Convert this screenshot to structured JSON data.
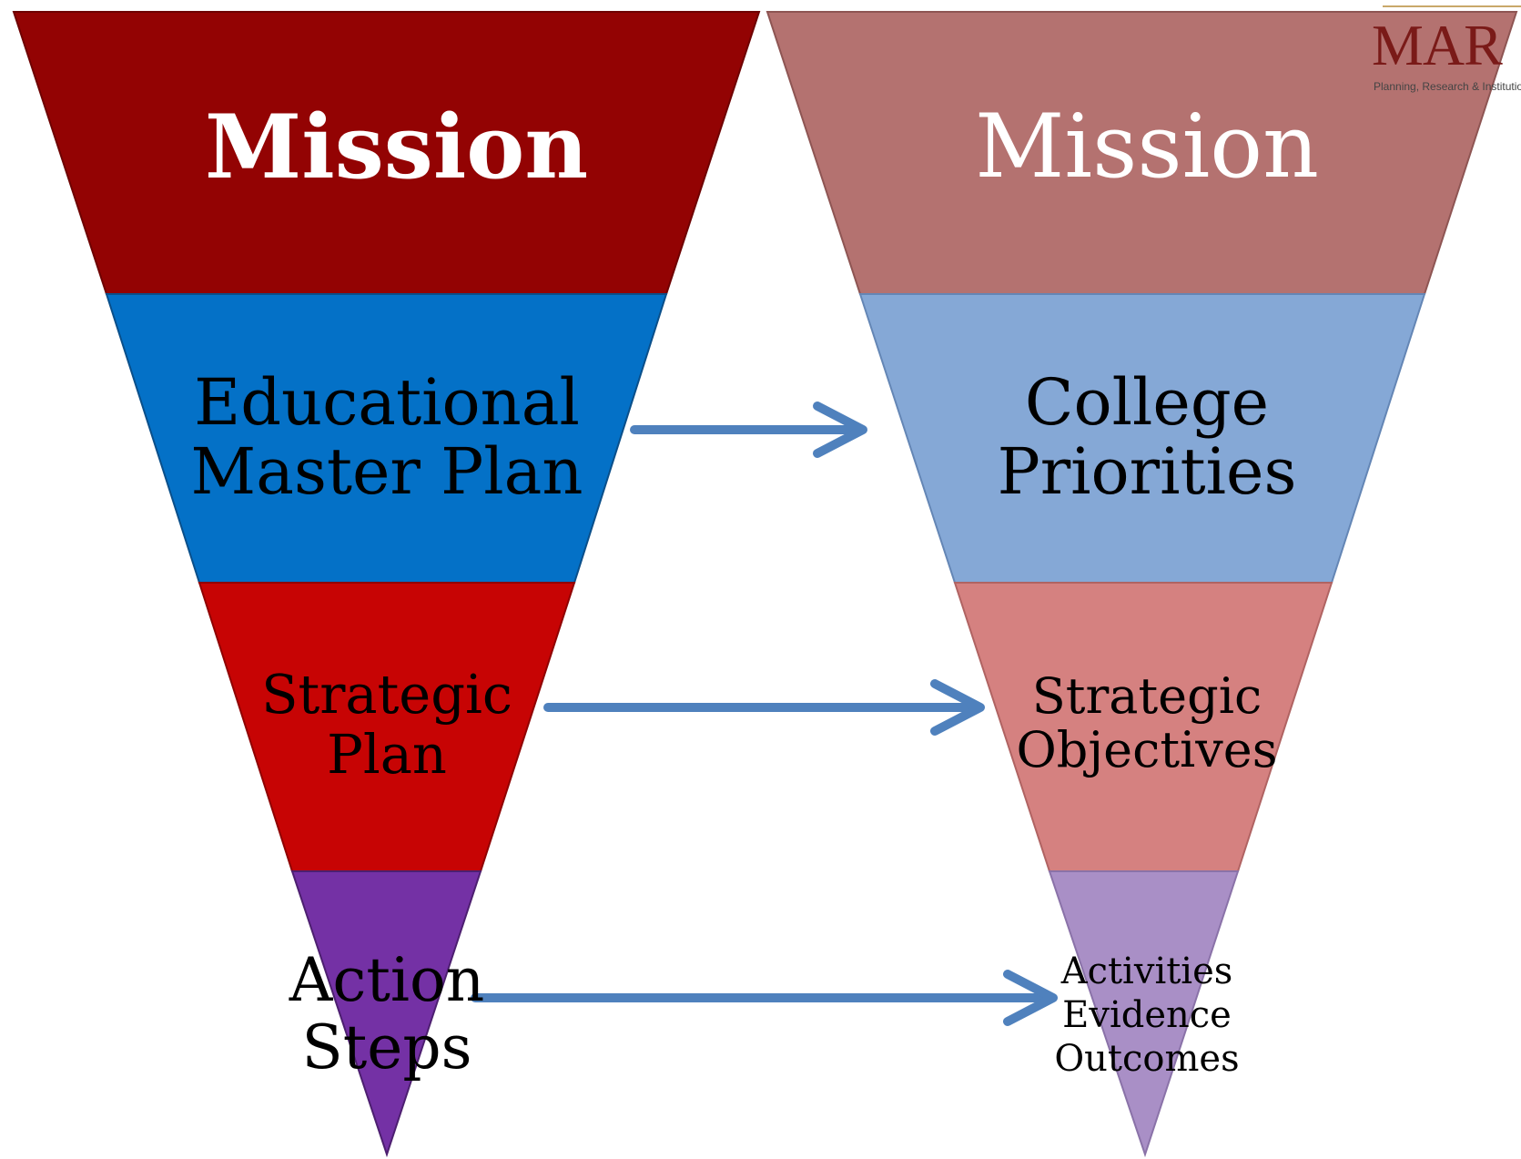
{
  "logo": {
    "mark": "MAR",
    "tagline": "Planning, Research & Institution"
  },
  "left_funnel": {
    "mission": "Mission",
    "educational_master_plan": [
      "Educational",
      "Master Plan"
    ],
    "strategic_plan": [
      "Strategic",
      "Plan"
    ],
    "action_steps": [
      "Action",
      "Steps"
    ]
  },
  "right_funnel": {
    "mission": "Mission",
    "college_priorities": [
      "College",
      "Priorities"
    ],
    "strategic_objectives": [
      "Strategic",
      "Objectives"
    ],
    "activities_evidence_outcomes": [
      "Activities",
      "Evidence",
      "Outcomes"
    ]
  },
  "colors": {
    "left_mission": "#930303",
    "left_plan": "#0471c7",
    "left_strategic": "#c70404",
    "left_action": "#7431a5",
    "right_mission": "#b47270",
    "right_priorities": "#85a8d6",
    "right_strategic": "#d58180",
    "right_activities": "#a98fc6",
    "arrow": "#4f81bd"
  }
}
